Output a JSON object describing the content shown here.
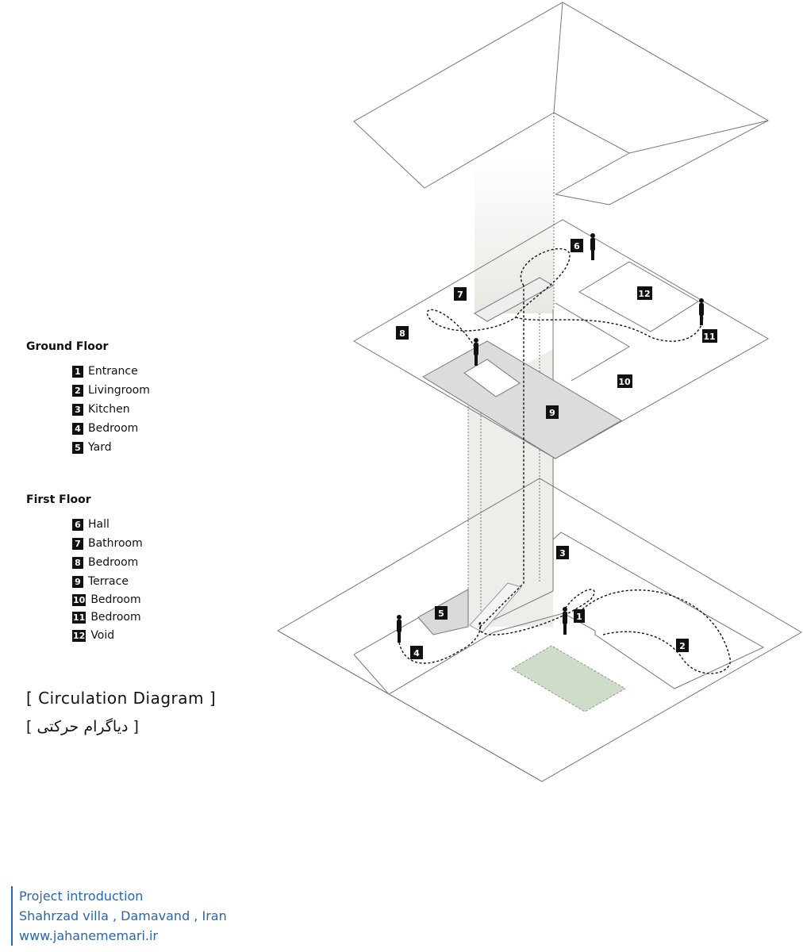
{
  "ground_floor": {
    "heading": "Ground Floor",
    "items": [
      {
        "num": "1",
        "label": "Entrance"
      },
      {
        "num": "2",
        "label": "Livingroom"
      },
      {
        "num": "3",
        "label": "Kitchen"
      },
      {
        "num": "4",
        "label": "Bedroom"
      },
      {
        "num": "5",
        "label": "Yard"
      }
    ]
  },
  "first_floor": {
    "heading": "First Floor",
    "items": [
      {
        "num": "6",
        "label": "Hall"
      },
      {
        "num": "7",
        "label": "Bathroom"
      },
      {
        "num": "8",
        "label": "Bedroom"
      },
      {
        "num": "9",
        "label": "Terrace"
      },
      {
        "num": "10",
        "label": "Bedroom"
      },
      {
        "num": "11",
        "label": "Bedroom"
      },
      {
        "num": "12",
        "label": "Void"
      }
    ]
  },
  "title": "[  Circulation Diagram  ]",
  "title_fa": "[ دیاگرام حرکتی ]",
  "info": {
    "line1": "Project introduction",
    "line2": "Shahrzad villa , Damavand , Iran",
    "line3": "www.jahanememari.ir"
  },
  "colors": {
    "info_blue": "#2a66b0",
    "yard_green": "#cfdcc9",
    "terrace_gray": "#dcdcdc",
    "core_tint": "#e9ece6"
  }
}
